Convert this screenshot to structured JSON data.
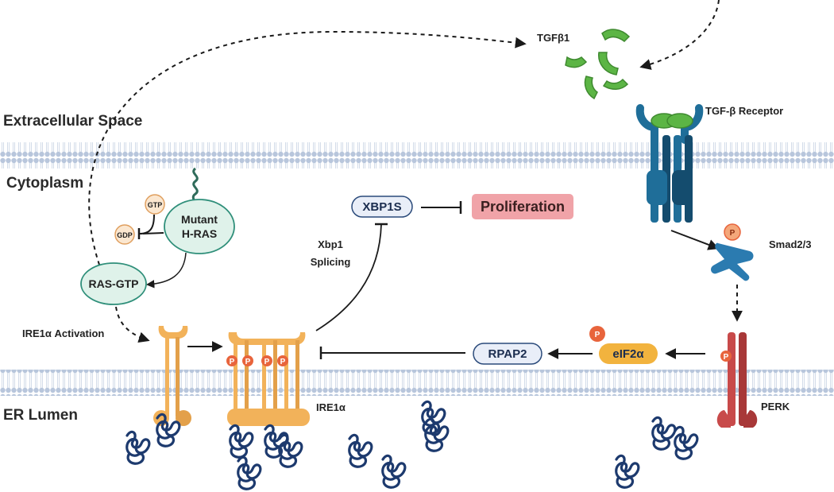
{
  "regions": {
    "extracellular": "Extracellular Space",
    "cytoplasm": "Cytoplasm",
    "er_lumen": "ER Lumen"
  },
  "labels": {
    "tgfb1": "TGFβ1",
    "tgfb_receptor": "TGF-β Receptor",
    "smad": "Smad2/3",
    "perk": "PERK",
    "ire1a": "IRE1α",
    "ire1a_activation": "IRE1α Activation",
    "xbp1_splicing_line1": "Xbp1",
    "xbp1_splicing_line2": "Splicing",
    "gtp": "GTP",
    "gdp": "GDP",
    "mutant_hras_line1": "Mutant",
    "mutant_hras_line2": "H-RAS",
    "ras_gtp": "RAS-GTP",
    "xbp1s": "XBP1S",
    "proliferation": "Proliferation",
    "rpap2": "RPAP2",
    "eif2a": "eIF2α",
    "phospho": "P"
  },
  "colors": {
    "membrane": "#b8c6dc",
    "tgfb_green": "#5cb545",
    "receptor_blue": "#1f6e99",
    "receptor_dark": "#144c6e",
    "smad_blue": "#2b7bb0",
    "perk_red": "#c84a4a",
    "ire1_orange": "#f2b25a",
    "phospho_orange": "#e8643c",
    "ras_teal_fill": "#dff2ea",
    "ras_teal_stroke": "#2f8f7a",
    "proliferation_fill": "#f0a3a8",
    "pill_fill": "#e9eef8",
    "pill_stroke": "#2a4a7a",
    "eif2a_fill": "#f2b33e",
    "protein_navy": "#1d3a6e"
  }
}
